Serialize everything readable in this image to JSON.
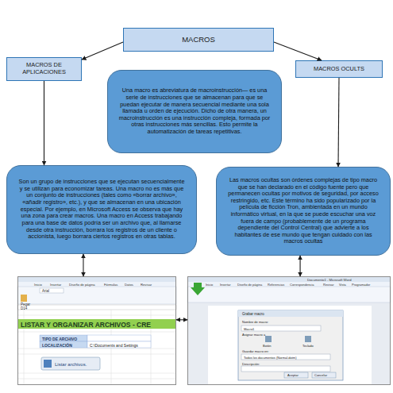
{
  "diagram": {
    "nodes": [
      {
        "text": [
          "MACROS"
        ]
      },
      {
        "text": [
          "MACROS DE APLICACIONES"
        ]
      },
      {
        "text": [
          "MACROS OCULTS"
        ]
      },
      {
        "text": [
          "Una macro es abreviatura de macroinstrucción— es una serie de instrucciones que se almacenan para que se puedan ejecutar de manera secuencial mediante una sola llamada u orden de ejecución. Dicho de otra manera, un macroinstrucción es una instrucción compleja, formada por otras instrucciones más sencillas. Esto permite la automatización de tareas repetitivas."
        ]
      },
      {
        "text": [
          "Son un grupo de instrucciones que se ejecutan secuencialmente y se utilizan para economizar tareas. Una macro no es más que un conjunto de instrucciones (tales como «borrar archivo», «añadir registro», etc.), y que se almacenan en una ubicación especial. Por ejemplo, en Microsoft Access se observa que hay una zona para crear macros. Una macro en Access trabajando para una base de datos podría ser un archivo que, al llamarse desde otra instrucción, borrara los registros de un cliente o accionista, luego borrara ciertos registros en otras tablas."
        ]
      },
      {
        "text": [
          "Las macros ocultas son órdenes complejas de tipo macro que se han declarado en el código fuente pero que permanecen ocultas por motivos de seguridad, por acceso restringido, etc. Este término ha sido popularizado por la película de ficción Tron, ambientada en un mundo informático virtual, en la que se puede escuchar una voz fuera de campo (probablemente de un programa dependiente del Control Central) que advierte a los habitantes de ese mundo que tengan cuidado con las macros ocultas"
        ]
      },
      {
        "text": [
          "Inicio",
          "Insertar",
          "Diseño de página",
          "Fórmulas",
          "Datos",
          "Revisar",
          "Arial",
          "Pegar",
          "D14",
          "LISTAR Y ORGANIZAR ARCHIVOS - CRE",
          "TIPO DE ARCHIVO",
          "LOCALIZACIÓN",
          "C:\\Documents and Settings",
          "Listar archivos."
        ]
      },
      {
        "text": [
          "Documento1 - Microsoft Word",
          "Inicio",
          "Insertar",
          "Diseño de página",
          "Referencias",
          "Correspondencia",
          "Revisar",
          "Vista",
          "Programador",
          "Grabar macro",
          "Nombre de macro:",
          "Macro1",
          "Asignar macro a",
          "Botón",
          "Teclado",
          "Guardar macro en:",
          "Todos los documentos (Normal.dotm)",
          "Descripción:",
          "Aceptar",
          "Cancelar"
        ]
      }
    ],
    "edges": [
      {
        "from": 0,
        "to": 1,
        "arrow": "to"
      },
      {
        "from": 0,
        "to": 2,
        "arrow": "to"
      },
      {
        "from": 1,
        "to": 4,
        "arrow": "to"
      },
      {
        "from": 2,
        "to": 5,
        "arrow": "to"
      },
      {
        "from": 4,
        "to": 6,
        "arrow": "both"
      },
      {
        "from": 5,
        "to": 7,
        "arrow": "both"
      },
      {
        "from": 6,
        "to": 7,
        "arrow": "both"
      }
    ]
  }
}
